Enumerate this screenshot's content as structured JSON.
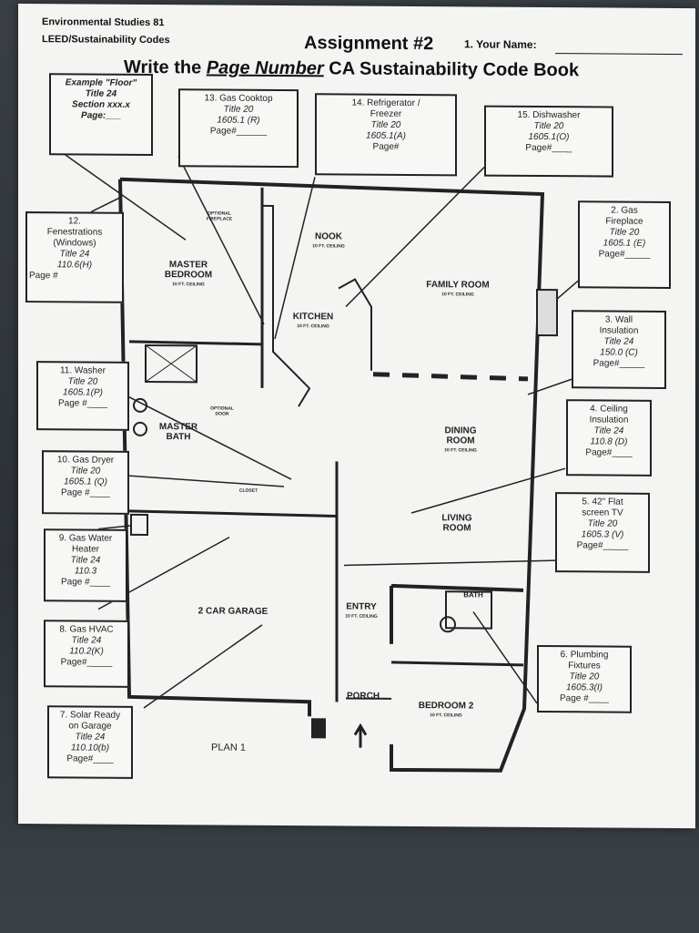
{
  "header": {
    "course": "Environmental Studies 81",
    "topic": "LEED/Sustainability Codes",
    "assignment": "Assignment #2",
    "name_label": "1. Your Name:",
    "instruction_pre": "Write the ",
    "instruction_em": "Page Number",
    "instruction_post": " CA Sustainability Code Book"
  },
  "boxes": {
    "example": [
      "Example \"Floor\"",
      "Title 24",
      "Section xxx.x",
      "Page:___"
    ],
    "b13": [
      "13. Gas Cooktop",
      "Title 20",
      "1605.1 (R)",
      "Page#______"
    ],
    "b14": [
      "14. Refrigerator /",
      "Freezer",
      "Title 20",
      "1605.1(A)",
      "Page#"
    ],
    "b15": [
      "15. Dishwasher",
      "Title 20",
      "1605.1(O)",
      "Page#____"
    ],
    "b12": [
      "12.",
      "Fenestrations",
      "(Windows)",
      "Title 24",
      "110.6(H)",
      "Page #"
    ],
    "b2": [
      "2. Gas",
      "Fireplace",
      "Title 20",
      "1605.1 (E)",
      "Page#_____"
    ],
    "b3": [
      "3. Wall",
      "Insulation",
      "Title 24",
      "150.0 (C)",
      "Page#_____"
    ],
    "b11": [
      "11. Washer",
      "Title 20",
      "1605.1(P)",
      "Page #____"
    ],
    "b4": [
      "4. Ceiling",
      "Insulation",
      "Title 24",
      "110.8 (D)",
      "Page#____"
    ],
    "b10": [
      "10. Gas Dryer",
      "Title 20",
      "1605.1 (Q)",
      "Page #____"
    ],
    "b5": [
      "5. 42\" Flat",
      "screen TV",
      "Title 20",
      "1605.3 (V)",
      "Page#_____"
    ],
    "b9": [
      "9. Gas Water",
      "Heater",
      "Title 24",
      "110.3",
      "Page #____"
    ],
    "b8": [
      "8. Gas HVAC",
      "Title 24",
      "110.2(K)",
      "Page#_____"
    ],
    "b6": [
      "6. Plumbing",
      "Fixtures",
      "Title 20",
      "1605.3(I)",
      "Page #____"
    ],
    "b7": [
      "7. Solar Ready",
      "on Garage",
      "Title 24",
      "110.10(b)",
      "Page#____"
    ]
  },
  "rooms": {
    "master_bedroom": "MASTER BEDROOM",
    "nook": "NOOK",
    "kitchen": "KITCHEN",
    "family_room": "FAMILY ROOM",
    "master_bath": "MASTER BATH",
    "dining_room": "DINING ROOM",
    "living_room": "LIVING ROOM",
    "garage": "2 CAR GARAGE",
    "entry": "ENTRY",
    "bath": "BATH",
    "porch": "PORCH",
    "bedroom2": "BEDROOM 2",
    "plan": "PLAN 1",
    "optional_fireplace": "OPTIONAL FIREPLACE",
    "optional_door": "OPTIONAL DOOR",
    "closet": "CLOSET",
    "ceiling": "10 FT. CEILING"
  }
}
